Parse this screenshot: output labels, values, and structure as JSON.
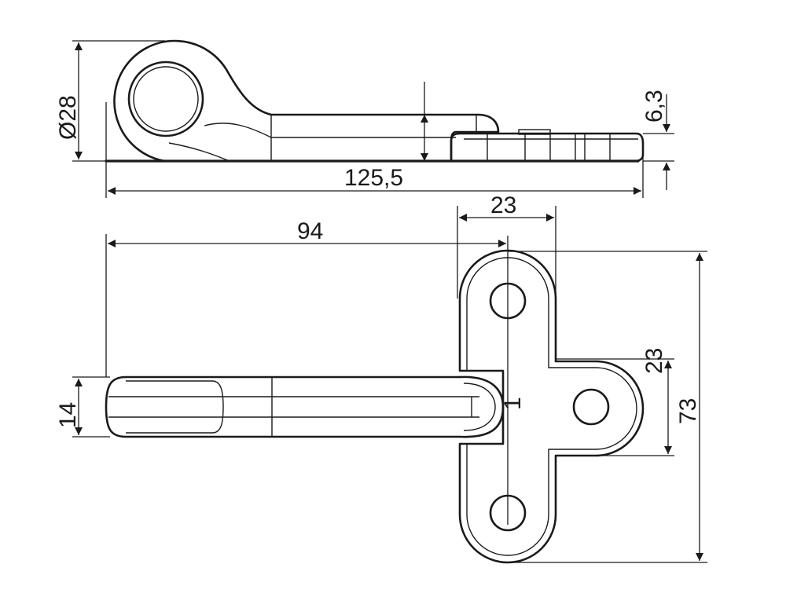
{
  "drawing": {
    "side_view": {
      "diameter": "Ø28",
      "thickness": "6,3",
      "overall_length": "125,5"
    },
    "top_view": {
      "arm_length": "94",
      "flange_width": "23",
      "arm_width": "14",
      "side_lug_height": "23",
      "total_height": "73",
      "part_mark": "1"
    }
  }
}
